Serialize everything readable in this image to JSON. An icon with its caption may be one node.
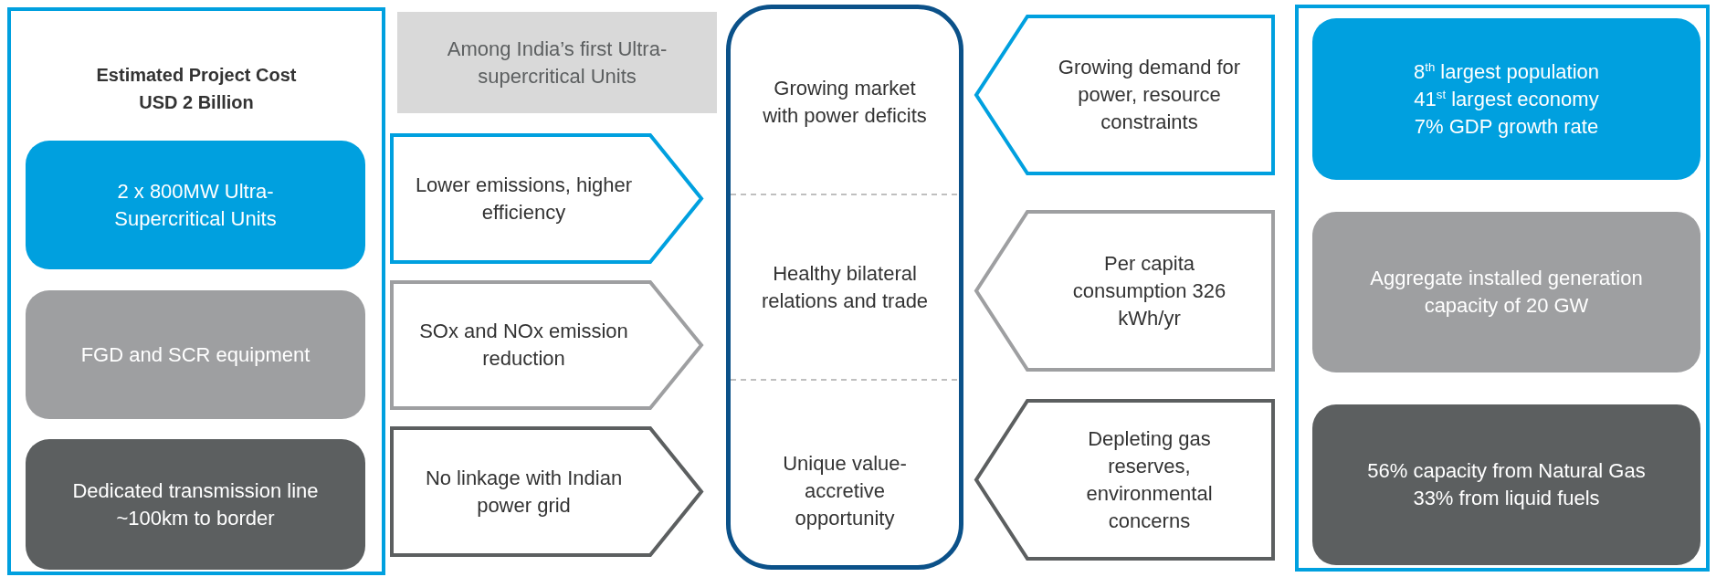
{
  "diagram": {
    "nodes": [
      {
        "text": [
          "Estimated Project Cost USD 2 Billion"
        ]
      },
      {
        "text": [
          "2 x 800MW Ultra-Supercritical Units"
        ],
        "in": 0
      },
      {
        "text": [
          "FGD and SCR equipment"
        ],
        "in": 0
      },
      {
        "text": [
          "Dedicated transmission line ~100km to border"
        ],
        "in": 0
      },
      {
        "text": [
          "Among India’s first Ultra-supercritical Units"
        ]
      },
      {
        "text": [
          "Lower emissions, higher efficiency"
        ]
      },
      {
        "text": [
          "SOx and NOx emission reduction"
        ]
      },
      {
        "text": [
          "No linkage with Indian power grid"
        ]
      },
      {
        "text": [
          "Growing market with power deficits",
          "Healthy bilateral relations and trade",
          "Unique value-accretive opportunity"
        ]
      },
      {
        "text": [
          "Growing demand for power, resource constraints"
        ]
      },
      {
        "text": [
          "Per capita consumption  326 kWh/yr"
        ]
      },
      {
        "text": [
          "Depleting gas reserves, environmental concerns"
        ]
      },
      {
        "text": [],
        "shape": "box"
      },
      {
        "text": [
          "8$^{th}$ largest population",
          "41$^{st}$ largest economy",
          "7% GDP growth rate"
        ],
        "in": 12
      },
      {
        "text": [
          "Aggregate installed generation capacity of 20 GW"
        ],
        "in": 12
      },
      {
        "text": [
          "56% capacity from Natural Gas",
          "33% from liquid fuels"
        ],
        "in": 12
      }
    ]
  }
}
